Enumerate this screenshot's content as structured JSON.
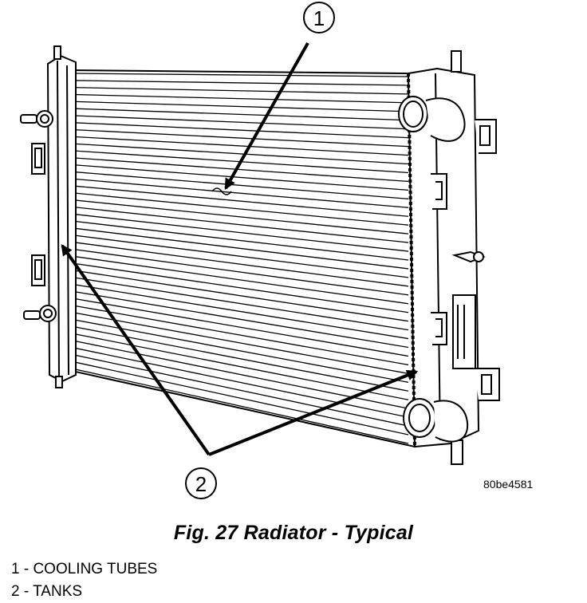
{
  "callouts": {
    "c1": "1",
    "c2": "2"
  },
  "reference_code": "80be4581",
  "caption": "Fig. 27 Radiator - Typical",
  "legend": [
    "1 - COOLING TUBES",
    "2 - TANKS"
  ],
  "colors": {
    "ink": "#000000",
    "paper": "#ffffff"
  }
}
